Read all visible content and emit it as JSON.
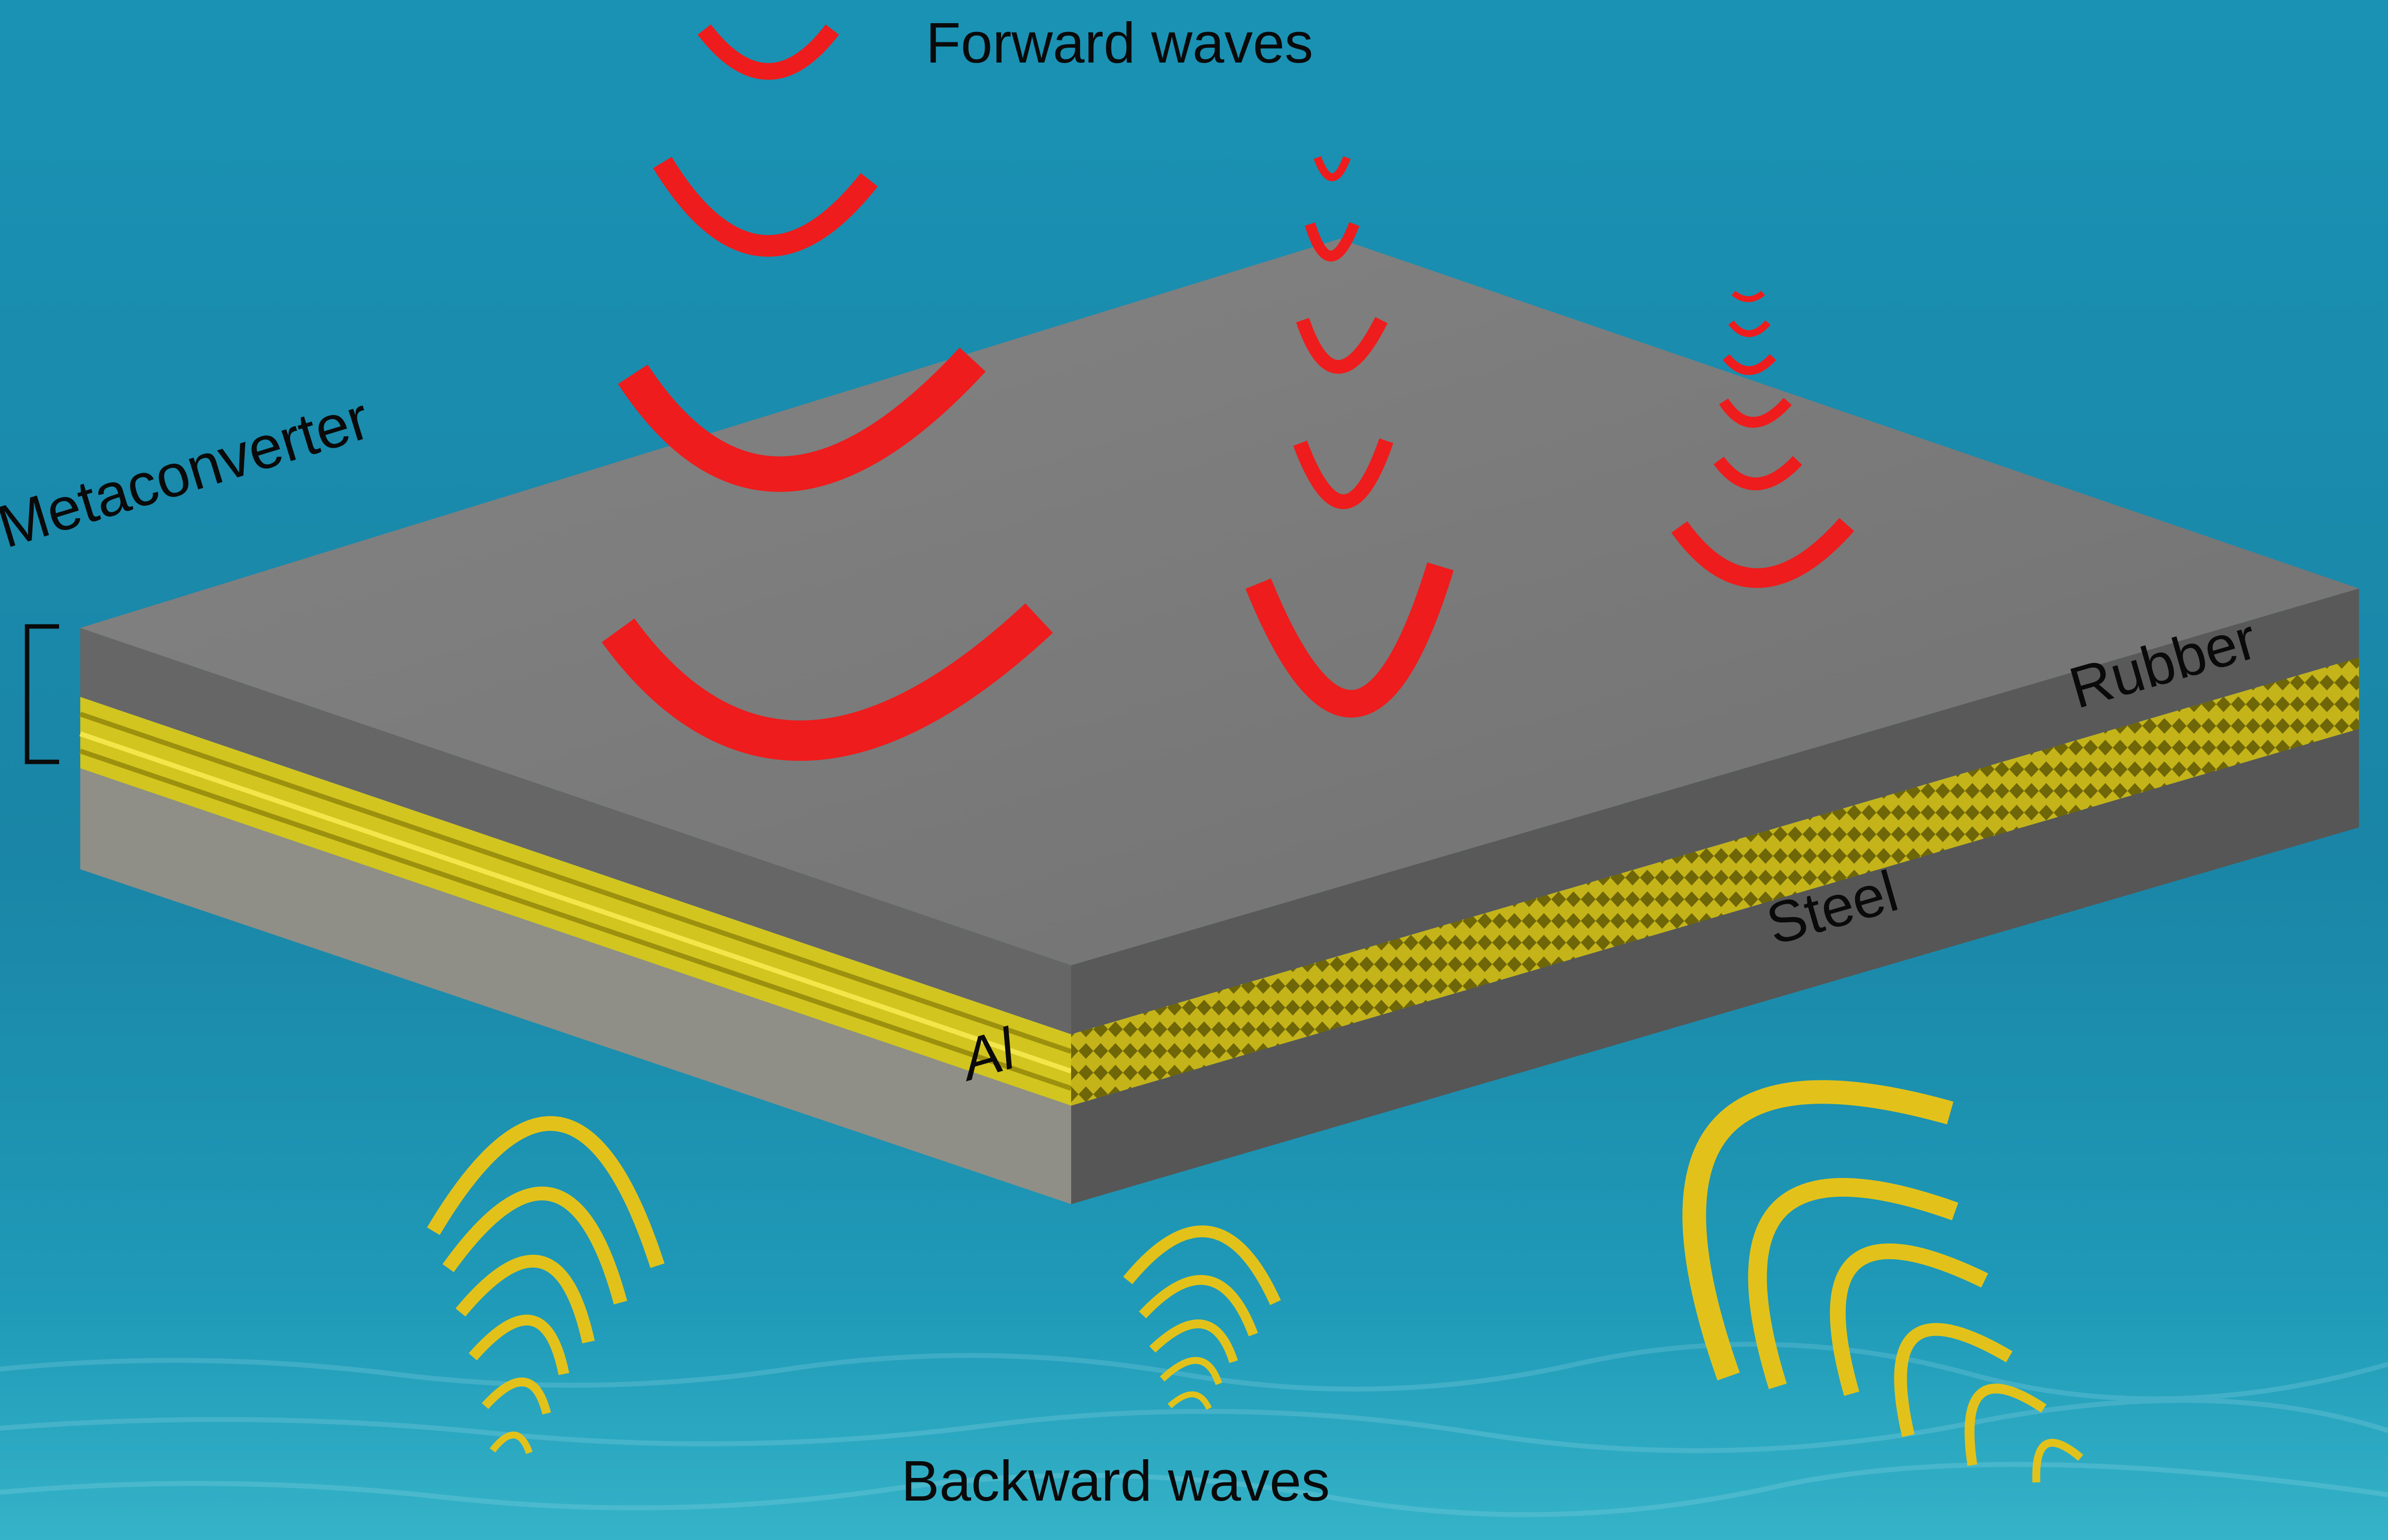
{
  "labels": {
    "forward": "Forward waves",
    "backward": "Backward waves",
    "metaconverter": "Metaconverter",
    "rubber": "Rubber",
    "steel": "Steel",
    "al": "Al"
  },
  "colors": {
    "water": "#1f8fae",
    "rubber_top": "#7c7c7c",
    "rubber_side": "#5f5f5f",
    "steel_side": "#8f8f87",
    "al_layer": "#d2c51f",
    "forward_wave": "#ee1c1c",
    "backward_wave": "#e2c21a",
    "bracket": "#0a0a0a"
  }
}
